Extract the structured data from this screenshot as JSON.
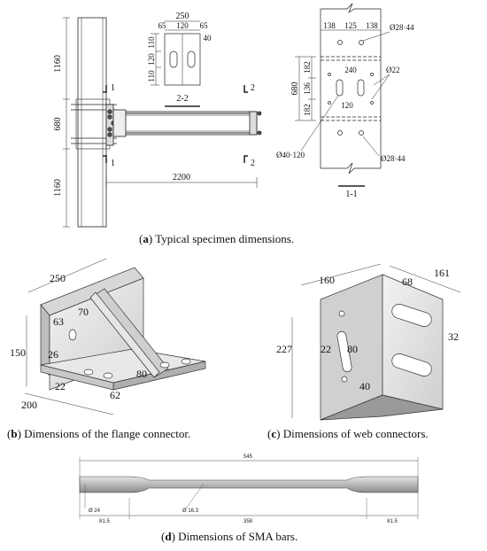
{
  "captions": {
    "a": {
      "letter": "a",
      "text": " Typical specimen dimensions."
    },
    "b": {
      "letter": "b",
      "text": " Dimensions of the flange connector."
    },
    "c": {
      "letter": "c",
      "text": " Dimensions of web connectors."
    },
    "d": {
      "letter": "d",
      "text": " Dimensions of SMA bars."
    }
  },
  "panel_a": {
    "elevation": {
      "d1160_top": "1160",
      "d680": "680",
      "d1160_bot": "1160",
      "d2200": "2200",
      "cut1_top": "1",
      "cut1_bot": "1",
      "cut2_top": "2",
      "cut2_bot": "2"
    },
    "section_22": {
      "label": "2-2",
      "w250": "250",
      "w65a": "65",
      "w120": "120",
      "w65b": "65",
      "w40": "40",
      "h110a": "110",
      "h120": "120",
      "h110b": "110"
    },
    "section_11": {
      "label": "1-1",
      "w138a": "138",
      "w125": "125",
      "w138b": "138",
      "hole_top": "Ø28·44",
      "d240": "240",
      "hole22": "Ø22",
      "h680": "680",
      "h182a": "182",
      "h136": "136",
      "h182b": "182",
      "d120": "120",
      "hole_bot": "Ø40·120",
      "hole_bot2": "Ø28·44"
    }
  },
  "panel_b": {
    "d250": "250",
    "d70": "70",
    "d63": "63",
    "d150": "150",
    "d26": "26",
    "d80": "80",
    "d22": "22",
    "d62": "62",
    "d200": "200"
  },
  "panel_c": {
    "d160": "160",
    "d161": "161",
    "d68": "68",
    "d227": "227",
    "d32": "32",
    "d22": "22",
    "d80": "80",
    "d40": "40"
  },
  "panel_d": {
    "d545": "545",
    "d24": "Ø 24",
    "d16": "Ø 16.3",
    "d815a": "81.5",
    "d358": "358",
    "d815b": "81.5"
  }
}
